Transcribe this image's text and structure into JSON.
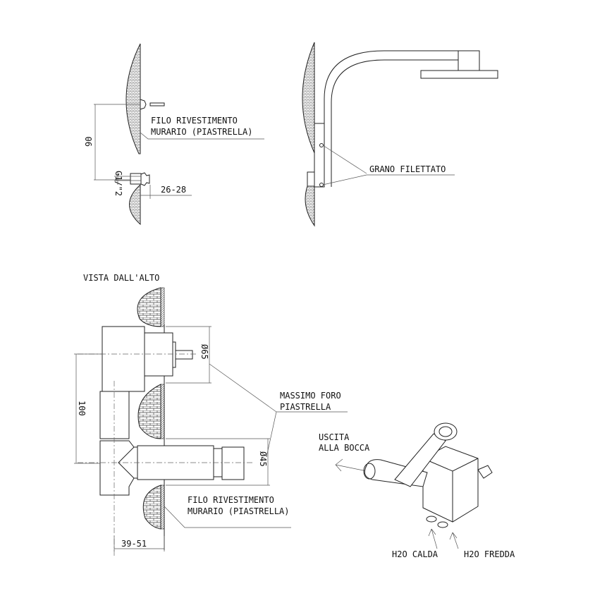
{
  "side_view_pin": {
    "wall_label_line1": "FILO RIVESTIMENTO",
    "wall_label_line2": "MURARIO (PIASTRELLA)",
    "dim_height": "90",
    "dim_thread": "G1/\"2",
    "dim_depth": "26-28"
  },
  "side_view_arm": {
    "label": "GRANO FILETTATO"
  },
  "top_view": {
    "title": "VISTA DALL'ALTO",
    "dim_diameter_large": "Ø65",
    "dim_diameter_small": "Ø45",
    "dim_height": "100",
    "hole_label_line1": "MASSIMO FORO",
    "hole_label_line2": "PIASTRELLA",
    "wall_label_line1": "FILO RIVESTIMENTO",
    "wall_label_line2": "MURARIO (PIASTRELLA)",
    "dim_depth": "39-51"
  },
  "iso_view": {
    "outlet_label_line1": "USCITA",
    "outlet_label_line2": "ALLA BOCCA",
    "hot_label": "H2O CALDA",
    "cold_label": "H2O FREDDA"
  }
}
